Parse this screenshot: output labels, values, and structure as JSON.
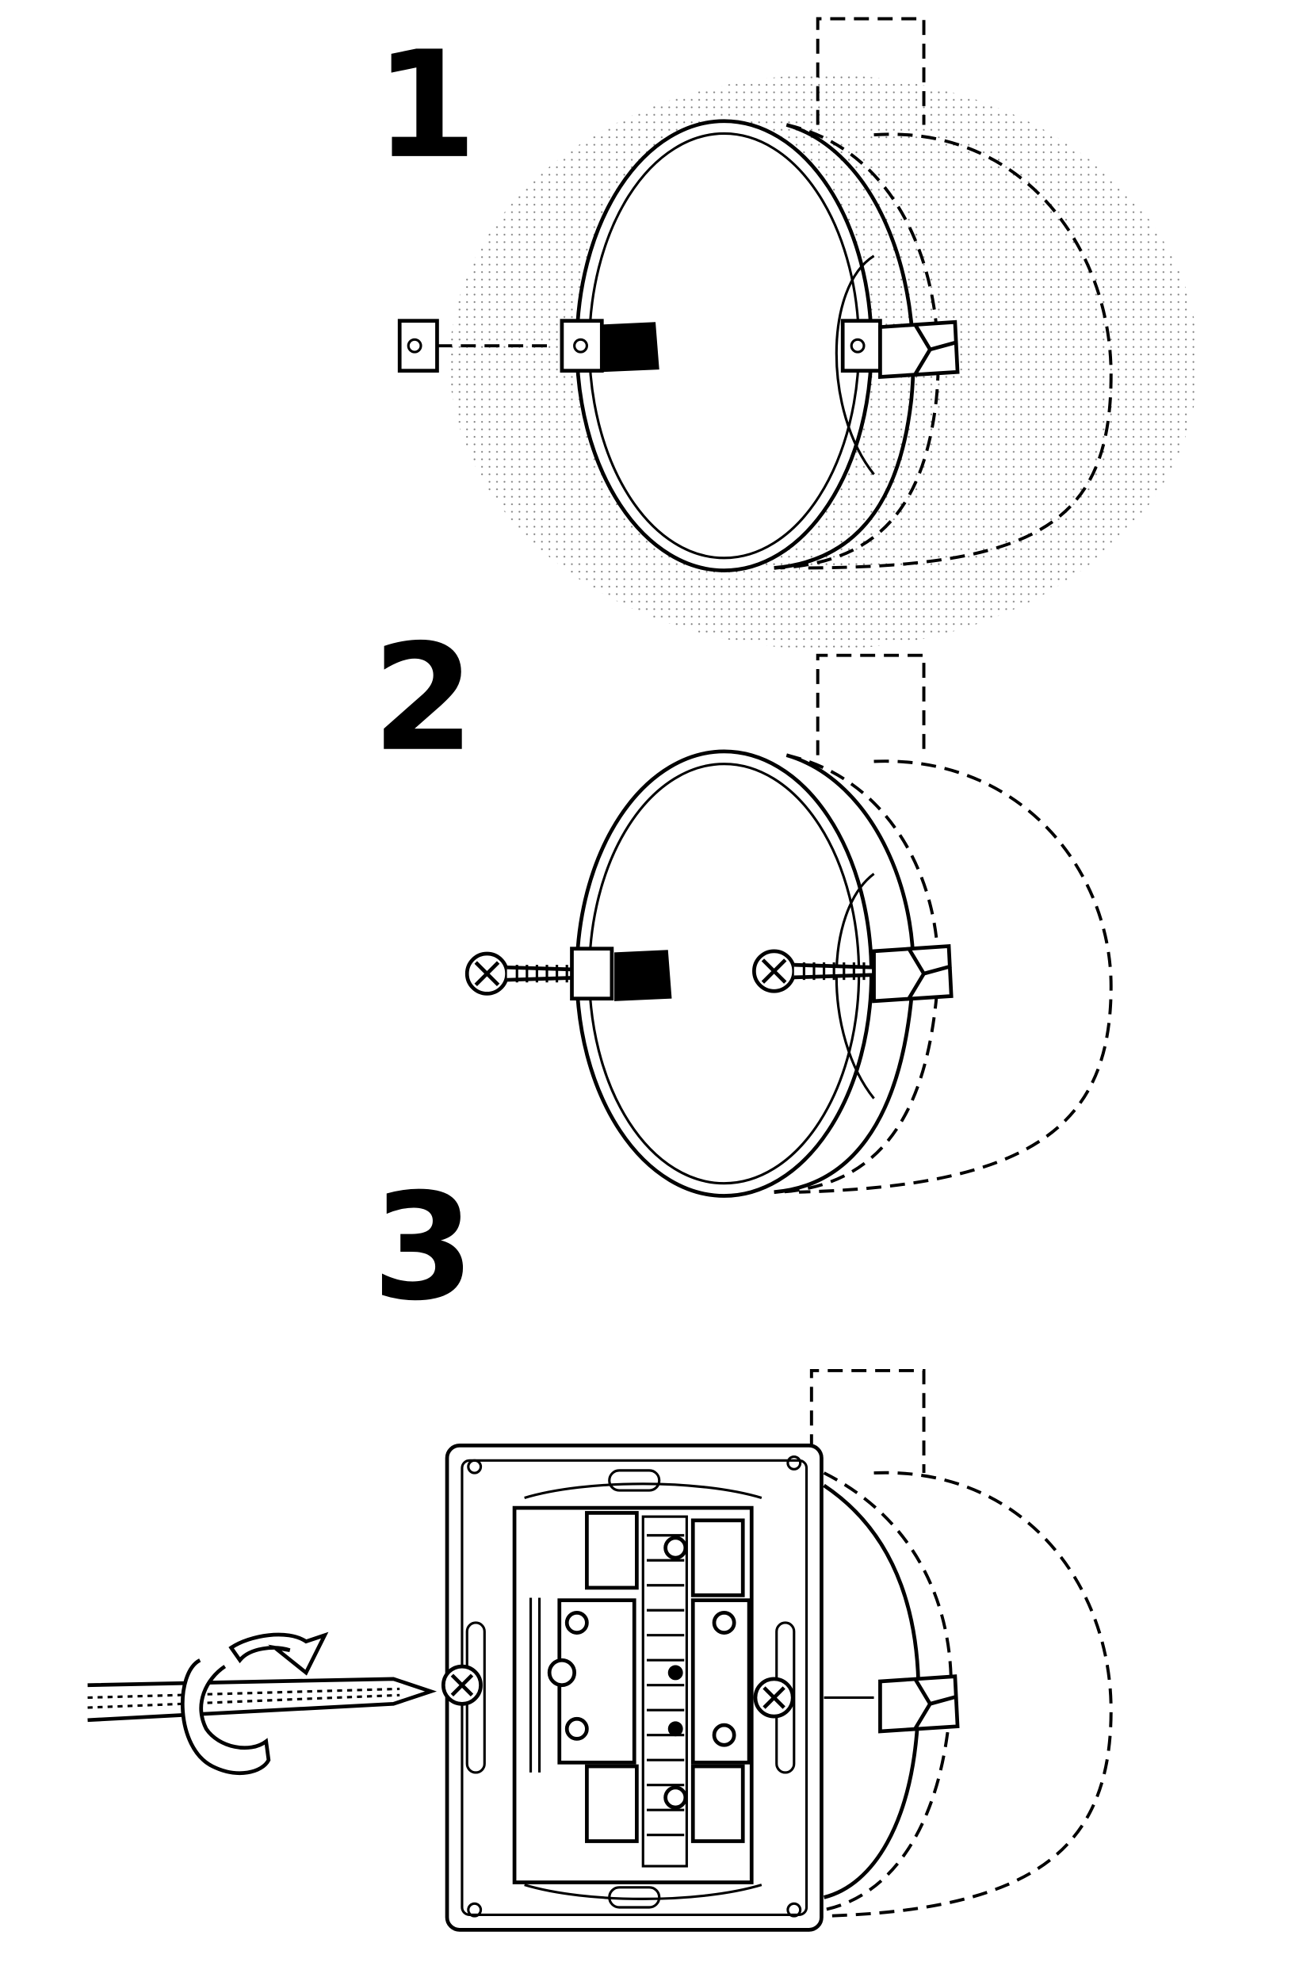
{
  "steps": [
    {
      "number": "1"
    },
    {
      "number": "2"
    },
    {
      "number": "3"
    }
  ],
  "colors": {
    "ink": "#000000",
    "paper": "#ffffff"
  }
}
